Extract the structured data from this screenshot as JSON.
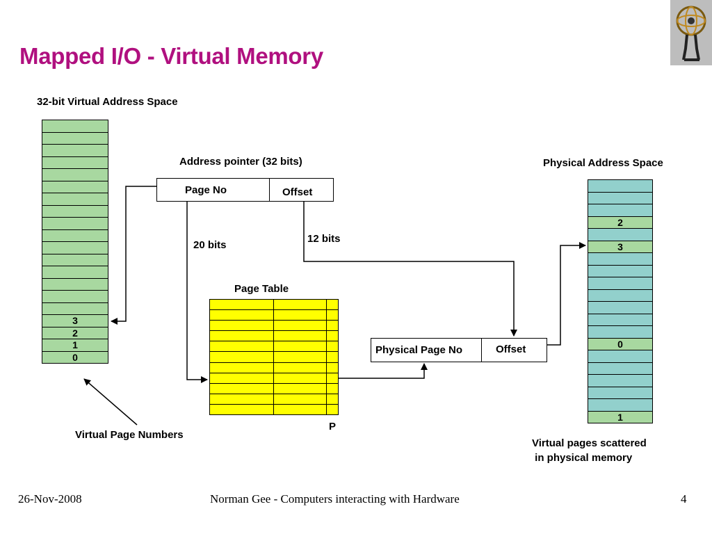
{
  "slide": {
    "title": "Mapped I/O - Virtual Memory",
    "footer_date": "26-Nov-2008",
    "footer_center": "Norman Gee - Computers interacting with Hardware",
    "page_number": "4"
  },
  "virtual_space": {
    "label": "32-bit Virtual Address Space",
    "row_count": 20,
    "fill_color": "#a8d8a0",
    "labels_from_bottom": [
      "0",
      "1",
      "2",
      "3"
    ]
  },
  "address_pointer": {
    "label": "Address pointer (32 bits)",
    "page_no": "Page No",
    "offset": "Offset",
    "page_bits": "20 bits",
    "offset_bits": "12 bits"
  },
  "page_table": {
    "label": "Page Table",
    "row_count": 11,
    "fill_color": "#ffff00",
    "p_label": "P"
  },
  "physical_entry": {
    "page_no": "Physical Page No",
    "offset": "Offset"
  },
  "physical_space": {
    "label": "Physical Address Space",
    "row_count": 20,
    "fill_color": "#92d0cc",
    "mapped_color": "#a8d8a0",
    "mapped": [
      {
        "row": 3,
        "label": "2"
      },
      {
        "row": 5,
        "label": "3"
      },
      {
        "row": 13,
        "label": "0"
      },
      {
        "row": 19,
        "label": "1"
      }
    ]
  },
  "notes": {
    "virtual_page_numbers": "Virtual Page  Numbers",
    "scattered_line1": "Virtual pages scattered",
    "scattered_line2": " in physical memory"
  },
  "logo": {
    "icon": "atlas-logo-icon"
  }
}
